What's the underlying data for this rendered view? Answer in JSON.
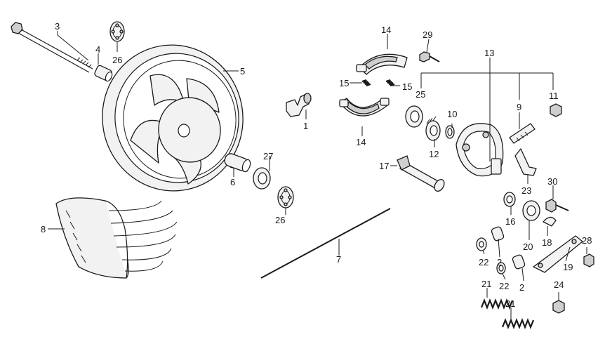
{
  "callouts": {
    "c1": "1",
    "c2a": "2",
    "c2b": "2",
    "c3": "3",
    "c4": "4",
    "c5": "5",
    "c6": "6",
    "c7": "7",
    "c8": "8",
    "c9": "9",
    "c10": "10",
    "c11": "11",
    "c12": "12",
    "c13": "13",
    "c14a": "14",
    "c14b": "14",
    "c15a": "15",
    "c15b": "15",
    "c16": "16",
    "c17": "17",
    "c18": "18",
    "c19": "19",
    "c20": "20",
    "c21a": "21",
    "c21b": "21",
    "c22a": "22",
    "c22b": "22",
    "c23": "23",
    "c24": "24",
    "c25": "25",
    "c26a": "26",
    "c26b": "26",
    "c27": "27",
    "c28": "28",
    "c29": "29",
    "c30": "30"
  }
}
